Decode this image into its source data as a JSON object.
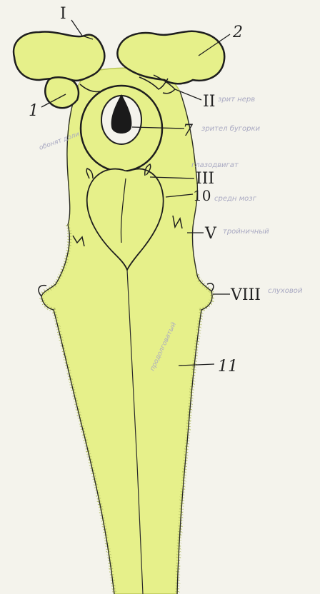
{
  "colors": {
    "paper": "#f4f3ec",
    "tissue": "#e6f08a",
    "tissue_edge": "#b9c656",
    "ink": "#1e1e1e",
    "pencil": "#a9a9c2"
  },
  "labels": {
    "olfactory_nerve": "I",
    "hemisphere_2": "2",
    "bulb_1": "1",
    "optic_nerve": "II",
    "ventricle_7": "7",
    "oculomotor_nerve": "III",
    "part_10": "10",
    "trigeminal_nerve": "V",
    "auditory_nerve": "VIII",
    "cord_11": "11"
  },
  "pencil_notes": {
    "n_II": "зрит нерв",
    "n_7": "зрител бугорки",
    "n_left": "обонят доли",
    "n_III": "глазодвигат",
    "n_10": "средн мозг",
    "n_V": "тройничный",
    "n_VIII": "слуховой",
    "n_11": "продолговатый"
  }
}
